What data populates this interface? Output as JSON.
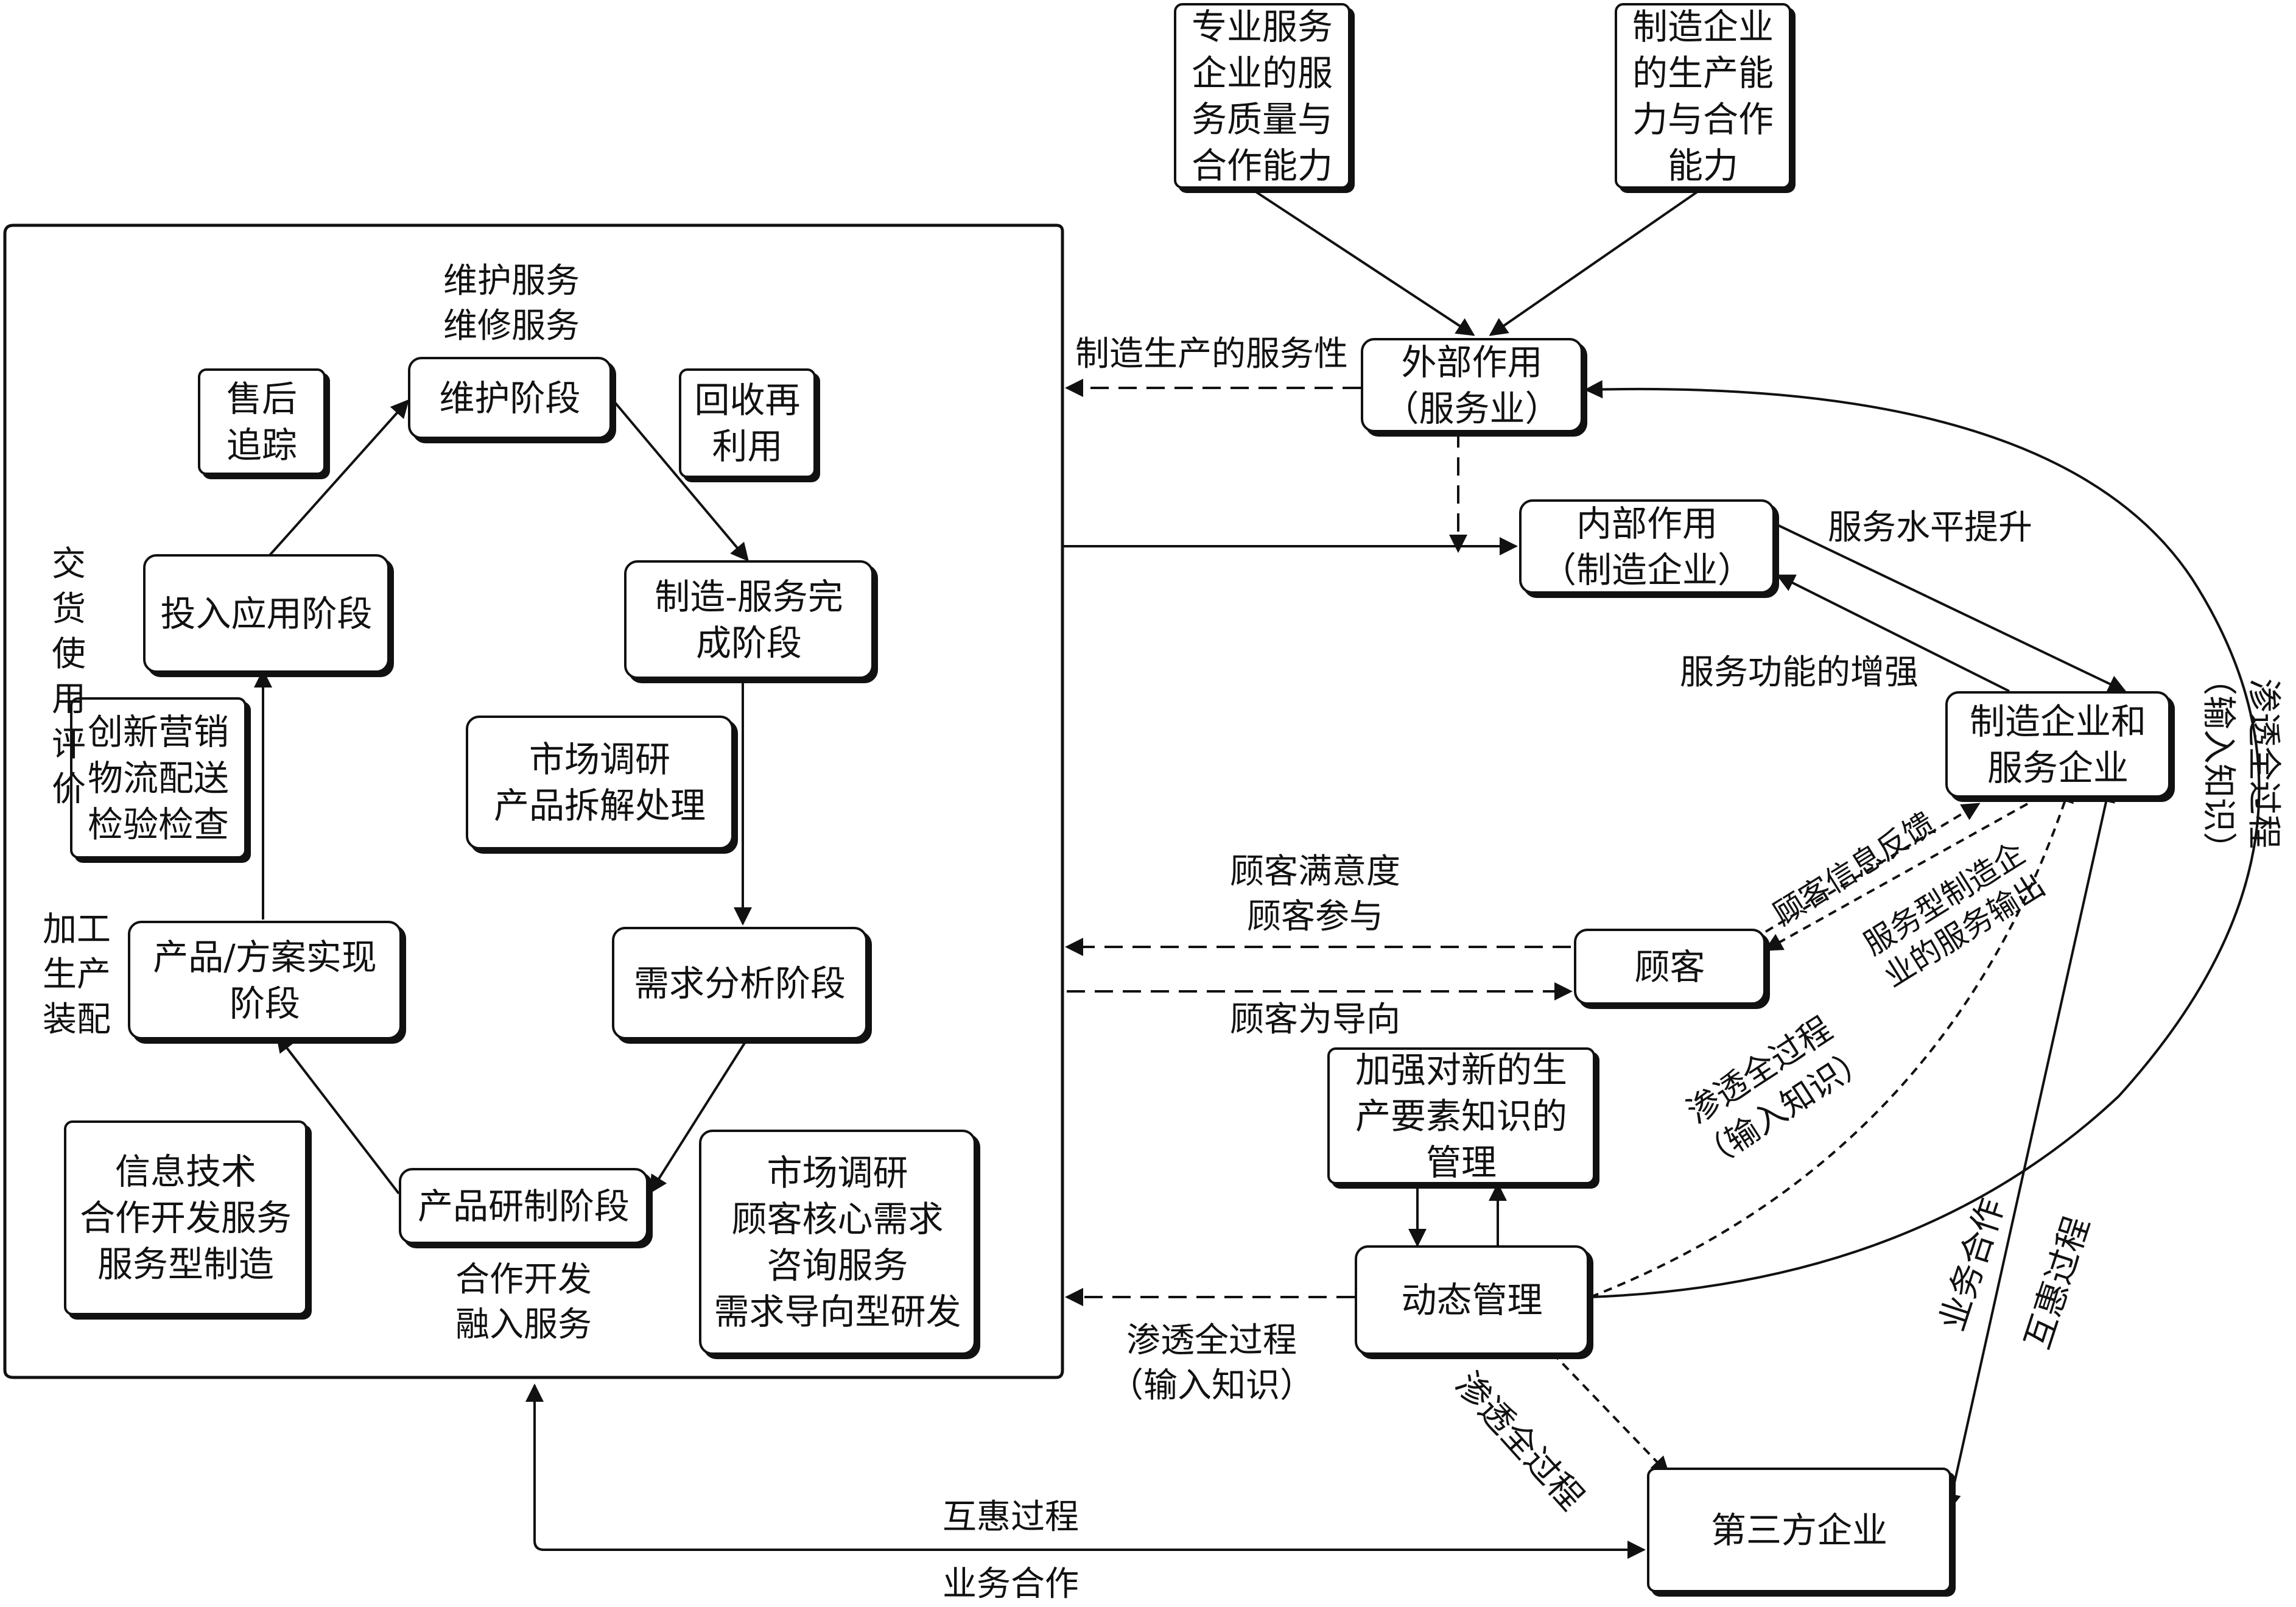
{
  "stages": {
    "maintenance": "维护阶段",
    "completion": "制造-服务完\n成阶段",
    "demand": "需求分析阶段",
    "rd": "产品研制阶段",
    "realization": "产品/方案实现\n阶段",
    "application": "投入应用阶段"
  },
  "inner_notes": {
    "after_sales": "售后\n追踪",
    "recycle": "回收再\n利用",
    "market_disassembly": "市场调研\n产品拆解处理",
    "innovation": "创新营销\n物流配送\n检验检查",
    "info_tech": "信息技术\n合作开发服务\n服务型制造",
    "market_core": "市场调研\n顾客核心需求\n咨询服务\n需求导向型研发"
  },
  "inner_labels": {
    "maintain_service": "维护服务\n维修服务",
    "delivery": "交货\n使用\n评价",
    "processing": "加工\n生产\n装配",
    "cooperation": "合作开发\n融入服务"
  },
  "nodes": {
    "pro_service": "专业服务\n企业的服\n务质量与\n合作能力",
    "mfg_ability": "制造企业\n的生产能\n力与合作\n能力",
    "external": "外部作用\n（服务业）",
    "internal": "内部作用\n（制造企业）",
    "mfg_and_service": "制造企业和\n服务企业",
    "customer": "顾客",
    "knowledge_mgmt": "加强对新的生\n产要素知识的\n管理",
    "dynamic": "动态管理",
    "third_party": "第三方企业"
  },
  "edge_labels": {
    "mfg_servitization": "制造生产的服务性",
    "service_level": "服务水平提升",
    "service_function": "服务功能的增强",
    "satisfaction": "顾客满意度\n顾客参与",
    "customer_oriented": "顾客为导向",
    "feedback": "顾客信息反馈",
    "service_output": "服务型制造企\n业的服务输出",
    "penetrate_input_mid": "渗透全过程\n（输入知识）",
    "penetrate_input_left": "渗透全过程\n（输入知识）",
    "penetrate_right": "渗透全过程\n（输入知识）",
    "penetrate_third": "渗透全过程",
    "business_coop_right": "业务合作",
    "mutual_right": "互惠过程",
    "mutual_bottom": "互惠过程",
    "business_coop_bottom": "业务合作"
  }
}
